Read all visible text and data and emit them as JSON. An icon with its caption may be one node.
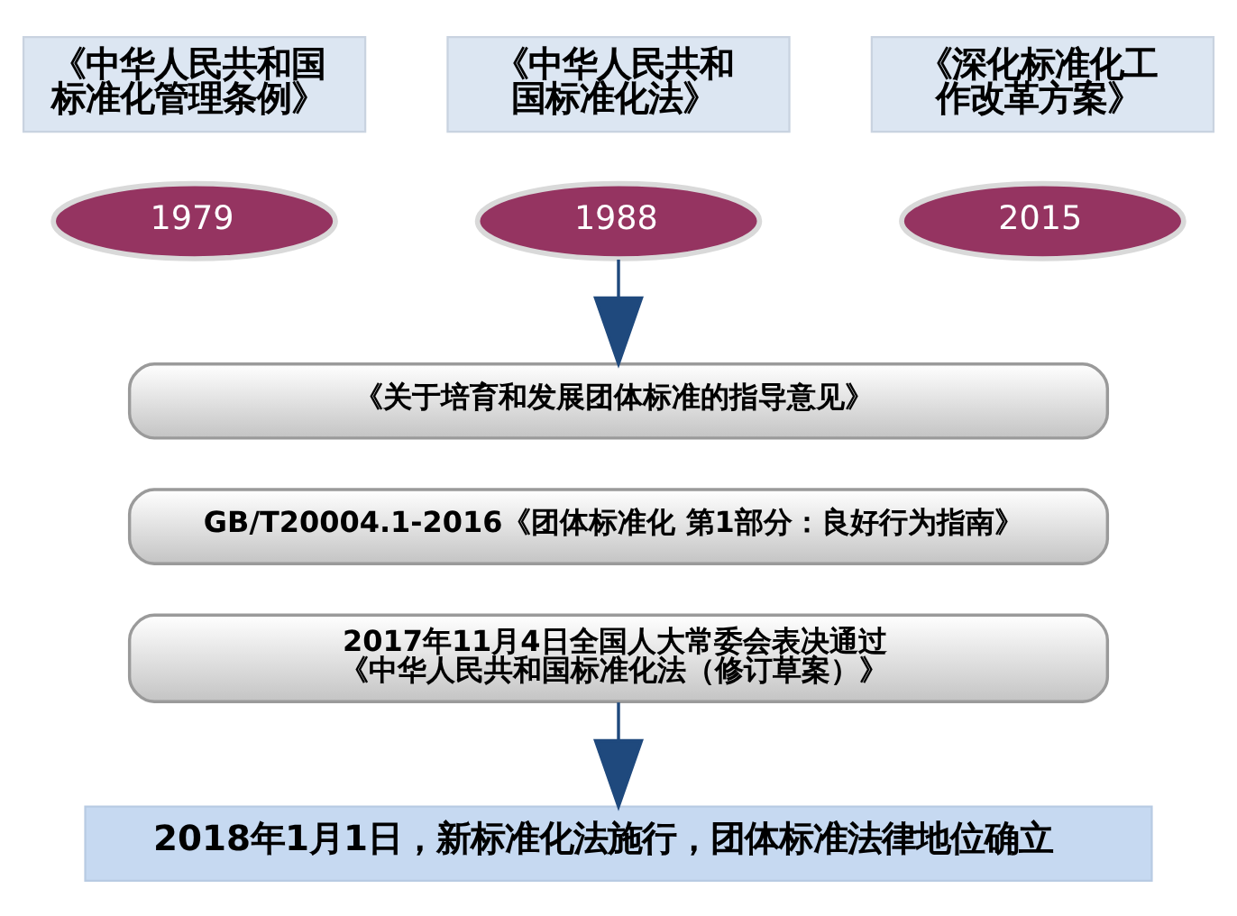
{
  "diagram": {
    "nodes": [
      {
        "text": [
          "《中华人民共和国标准化管理条例》"
        ]
      },
      {
        "text": [
          "《中华人民共和国标准化法》"
        ]
      },
      {
        "text": [
          "《深化标准化工作改革方案》"
        ]
      },
      {
        "text": [
          "1979"
        ]
      },
      {
        "text": [
          "1988"
        ]
      },
      {
        "text": [
          "2015"
        ]
      },
      {
        "text": [
          "《关于培育和发展团体标准的指导意见》"
        ]
      },
      {
        "text": [
          "GB/T20004.1-2016《团体标准化 第1部分：良好行为指南》"
        ]
      },
      {
        "text": [
          "2017年11月4日全国人大常委会表决通过《中华人民共和国标准化法（修订草案）》"
        ]
      },
      {
        "text": [
          "2018年1月1日，新标准化法施行，团体标准法律地位确立"
        ]
      }
    ],
    "edges": [
      {
        "from": 4,
        "to": 6,
        "arrow": "to"
      },
      {
        "from": 8,
        "to": 9,
        "arrow": "to"
      }
    ]
  }
}
